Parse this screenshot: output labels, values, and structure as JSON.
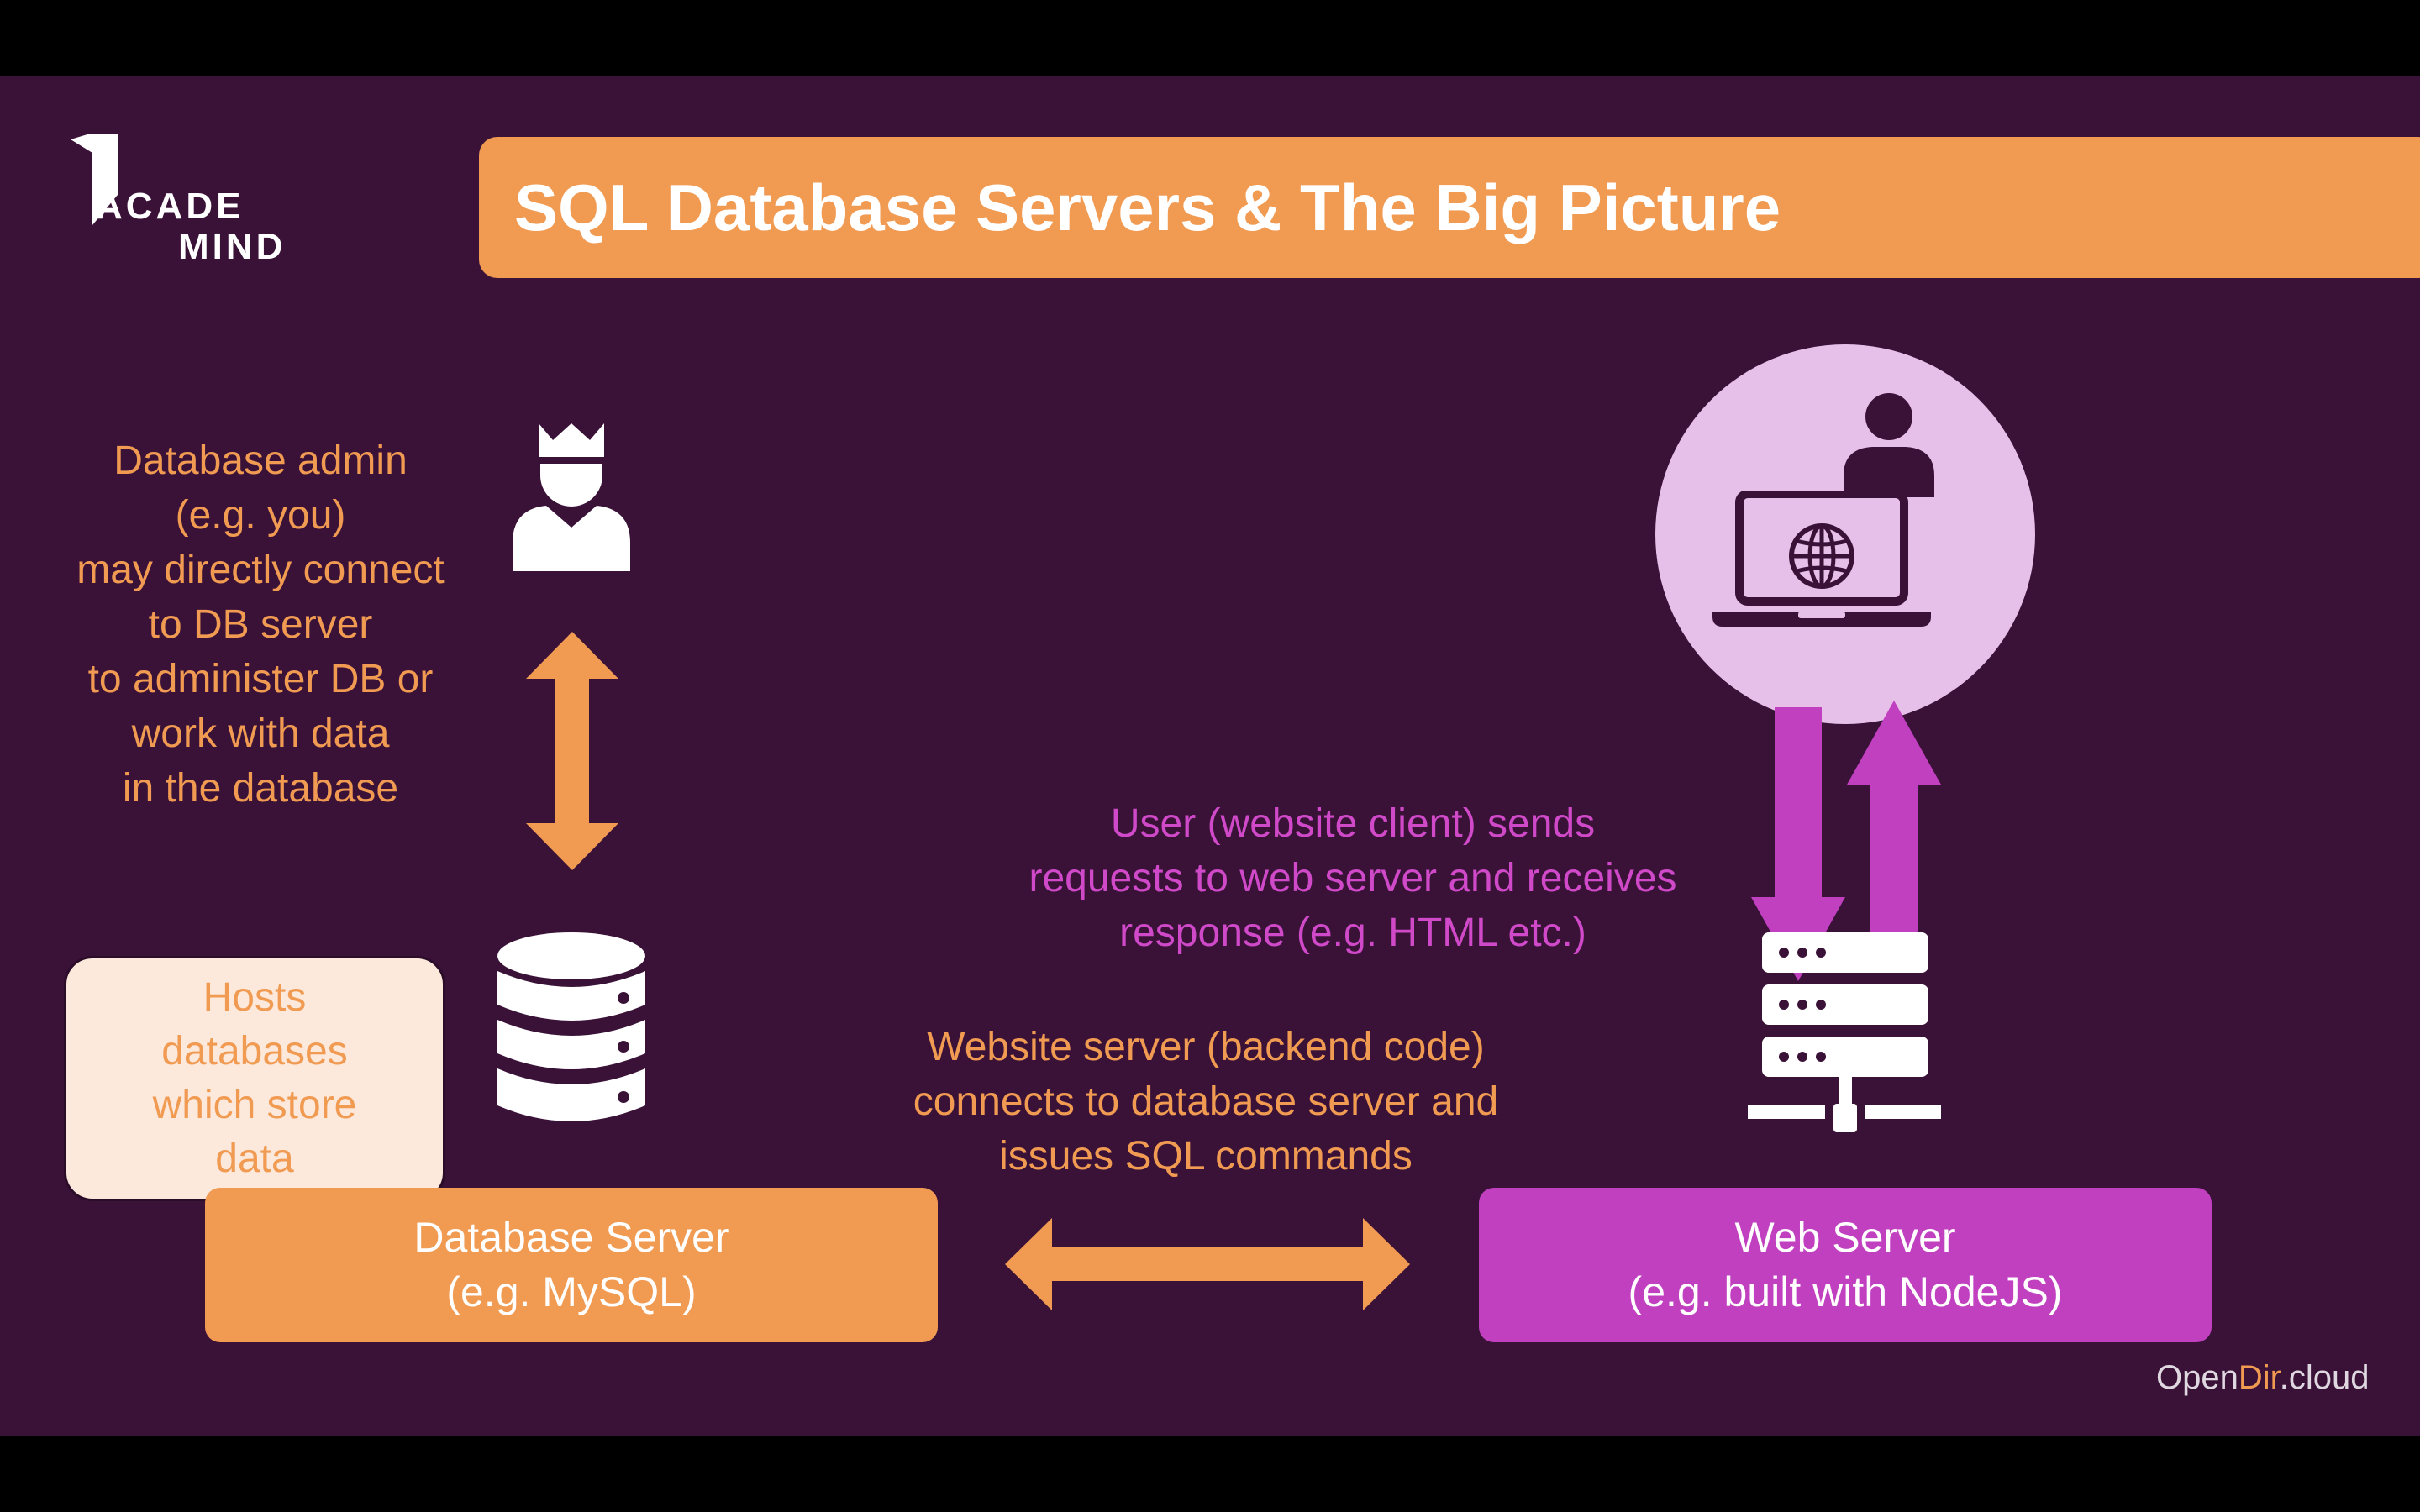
{
  "logo": {
    "line1": "ACADE",
    "line2": "MIND"
  },
  "title": "SQL Database Servers & The Big Picture",
  "admin_description": [
    "Database admin",
    "(e.g. you)",
    "may directly connect",
    "to DB server",
    "to administer DB or",
    "work with data",
    "in the database"
  ],
  "hosts_note": [
    "Hosts",
    "databases",
    "which store",
    "data"
  ],
  "user_description": [
    "User (website client) sends",
    "requests to web server and receives",
    "response (e.g. HTML etc.)"
  ],
  "website_server_description": [
    "Website server (backend code)",
    "connects to database server and",
    "issues SQL commands"
  ],
  "database_server": {
    "line1": "Database Server",
    "line2": "(e.g. MySQL)"
  },
  "web_server": {
    "line1": "Web Server",
    "line2": "(e.g. built with NodeJS)"
  },
  "watermark": {
    "part1": "Open",
    "part2": "Dir",
    "part3": ".cloud"
  },
  "icons": [
    "admin-user-icon",
    "database-icon",
    "client-user-icon",
    "laptop-icon",
    "globe-icon",
    "server-rack-icon"
  ],
  "colors": {
    "background": "#3a1238",
    "orange": "#f09a52",
    "magenta": "#c040c0",
    "pink_text": "#cf49c8",
    "light_pink_circle": "#e7c0ea",
    "hosts_box": "#fde9dc"
  }
}
